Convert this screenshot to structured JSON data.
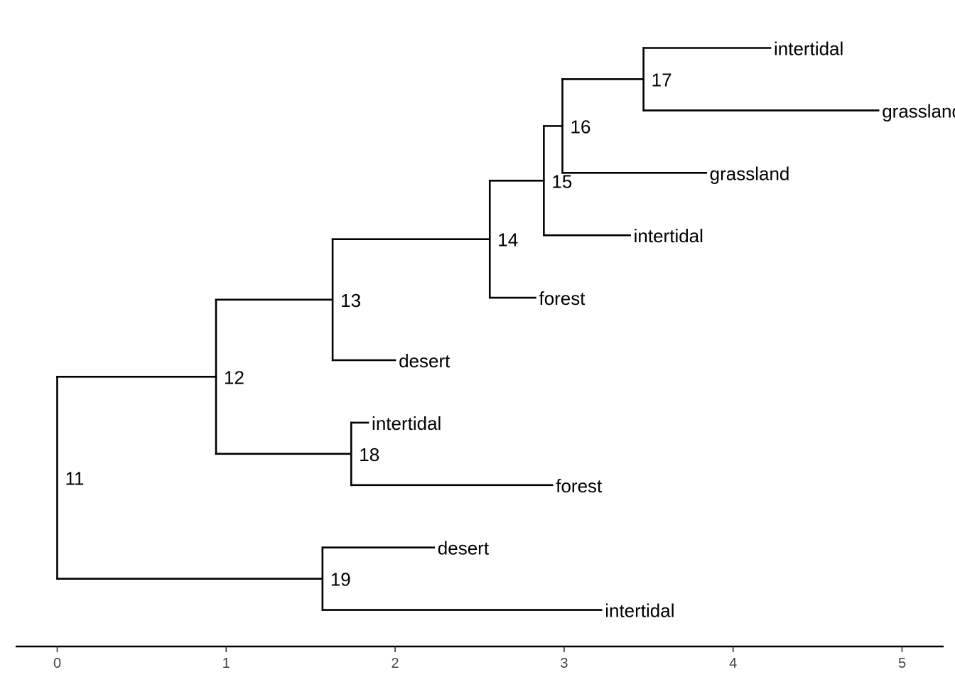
{
  "chart_data": {
    "type": "phylogenetic-tree",
    "axis": {
      "xlim": [
        -0.25,
        5.25
      ],
      "ticks": [
        "0",
        "1",
        "2",
        "3",
        "4",
        "5"
      ]
    },
    "nodes": [
      {
        "id": "11",
        "x": 0.0,
        "parent": null
      },
      {
        "id": "12",
        "x": 0.94,
        "parent": "11"
      },
      {
        "id": "13",
        "x": 1.63,
        "parent": "12"
      },
      {
        "id": "14",
        "x": 2.56,
        "parent": "13"
      },
      {
        "id": "15",
        "x": 2.88,
        "parent": "14"
      },
      {
        "id": "16",
        "x": 2.99,
        "parent": "15"
      },
      {
        "id": "17",
        "x": 3.47,
        "parent": "16"
      },
      {
        "id": "18",
        "x": 1.74,
        "parent": "12"
      },
      {
        "id": "19",
        "x": 1.57,
        "parent": "11"
      }
    ],
    "tips": [
      {
        "label": "intertidal",
        "x": 4.22,
        "parent": "17"
      },
      {
        "label": "grassland",
        "x": 4.86,
        "parent": "17"
      },
      {
        "label": "grassland",
        "x": 3.84,
        "parent": "16"
      },
      {
        "label": "intertidal",
        "x": 3.39,
        "parent": "15"
      },
      {
        "label": "forest",
        "x": 2.83,
        "parent": "14"
      },
      {
        "label": "desert",
        "x": 2.0,
        "parent": "13"
      },
      {
        "label": "intertidal",
        "x": 1.84,
        "parent": "18"
      },
      {
        "label": "forest",
        "x": 2.93,
        "parent": "18"
      },
      {
        "label": "desert",
        "x": 2.23,
        "parent": "19"
      },
      {
        "label": "intertidal",
        "x": 3.22,
        "parent": "19"
      }
    ]
  }
}
